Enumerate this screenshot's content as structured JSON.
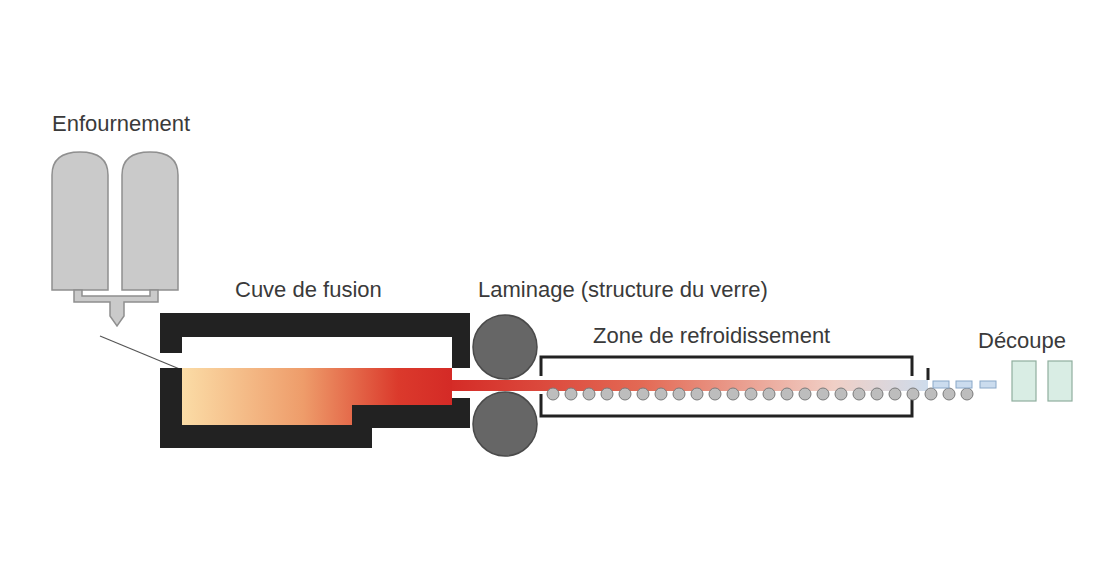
{
  "diagram": {
    "labels": [
      "Enfournement",
      "Cuve de fusion",
      "Laminage (structure du verre)",
      "Zone de refroidissement",
      "Découpe"
    ]
  }
}
